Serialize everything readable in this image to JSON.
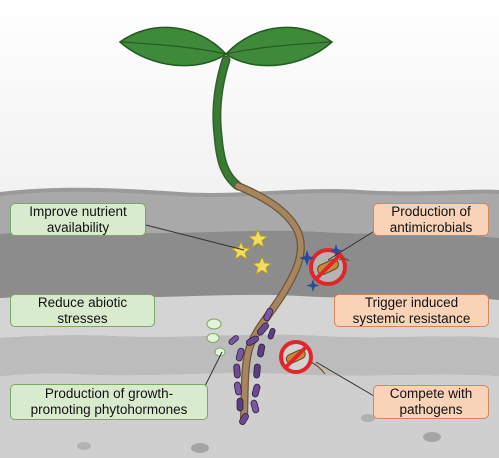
{
  "diagram": {
    "callouts_left": [
      {
        "id": "improve-nutrient",
        "label": "Improve nutrient\navailability"
      },
      {
        "id": "reduce-abiotic",
        "label": "Reduce abiotic\nstresses"
      },
      {
        "id": "phytohormones",
        "label": "Production of growth-\npromoting phytohormones"
      }
    ],
    "callouts_right": [
      {
        "id": "antimicrobials",
        "label": "Production of\nantimicrobials"
      },
      {
        "id": "induced-resistance",
        "label": "Trigger induced\nsystemic resistance"
      },
      {
        "id": "compete-pathogens",
        "label": "Compete with\npathogens"
      }
    ],
    "icons": {
      "seedling": "seedling-icon",
      "root": "root-icon",
      "nutrients": "star-icon",
      "prohibited_pathogen": "no-pathogen-icon",
      "bubbles": "bubble-icon",
      "microbes": "bacteria-icon"
    },
    "colors": {
      "benefit_fill": "#d9ebcf",
      "benefit_border": "#7aa863",
      "defense_fill": "#f9d3b8",
      "defense_border": "#d1865b",
      "leaf": "#3f8a3a",
      "stem": "#3a7a32",
      "root": "#a0825d",
      "soil_dark": "#8f8f8f",
      "soil_light": "#d9d9d9",
      "star": "#f2dc5d",
      "prohibit": "#e0262b",
      "microbe": "#6c4a8f"
    }
  }
}
